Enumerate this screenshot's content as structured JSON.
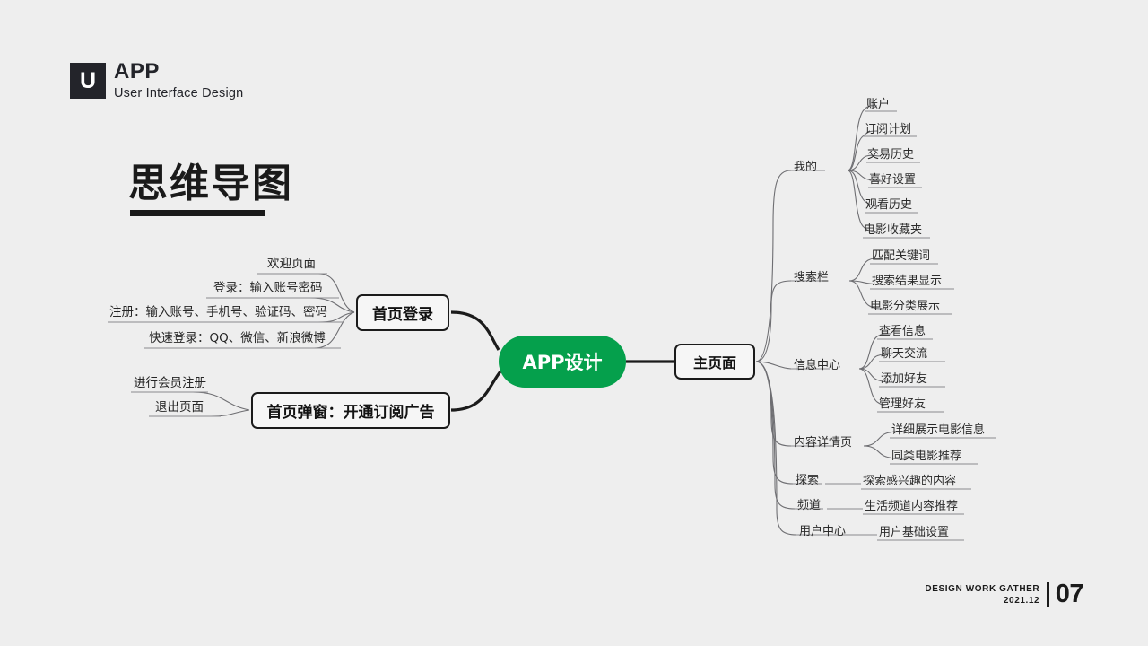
{
  "slide": {
    "background_color": "#eeeeee",
    "accent_color": "#05a04c",
    "ink_color": "#1b1b1b"
  },
  "logo": {
    "mark": "U",
    "title": "APP",
    "subtitle": "User Interface Design"
  },
  "title": "思维导图",
  "mindmap": {
    "center": "APP设计",
    "left_groups": [
      {
        "node": "首页登录",
        "items": [
          "欢迎页面",
          "登录：输入账号密码",
          "注册：输入账号、手机号、验证码、密码",
          "快速登录：QQ、微信、新浪微博"
        ]
      },
      {
        "node": "首页弹窗：开通订阅广告",
        "items": [
          "进行会员注册",
          "退出页面"
        ]
      }
    ],
    "right_node": "主页面",
    "right_branches": [
      {
        "label": "我的",
        "leaves": [
          "账户",
          "订阅计划",
          "交易历史",
          "喜好设置",
          "观看历史",
          "电影收藏夹"
        ]
      },
      {
        "label": "搜索栏",
        "leaves": [
          "匹配关键词",
          "搜索结果显示",
          "电影分类展示"
        ]
      },
      {
        "label": "信息中心",
        "leaves": [
          "查看信息",
          "聊天交流",
          "添加好友",
          "管理好友"
        ]
      },
      {
        "label": "内容详情页",
        "leaves": [
          "详细展示电影信息",
          "同类电影推荐"
        ]
      },
      {
        "label": "探索",
        "leaves": [
          "探索感兴趣的内容"
        ]
      },
      {
        "label": "频道",
        "leaves": [
          "生活频道内容推荐"
        ]
      },
      {
        "label": "用户中心",
        "leaves": [
          "用户基础设置"
        ]
      }
    ]
  },
  "footer": {
    "line1": "DESIGN WORK GATHER",
    "line2": "2021.12",
    "page": "07"
  }
}
